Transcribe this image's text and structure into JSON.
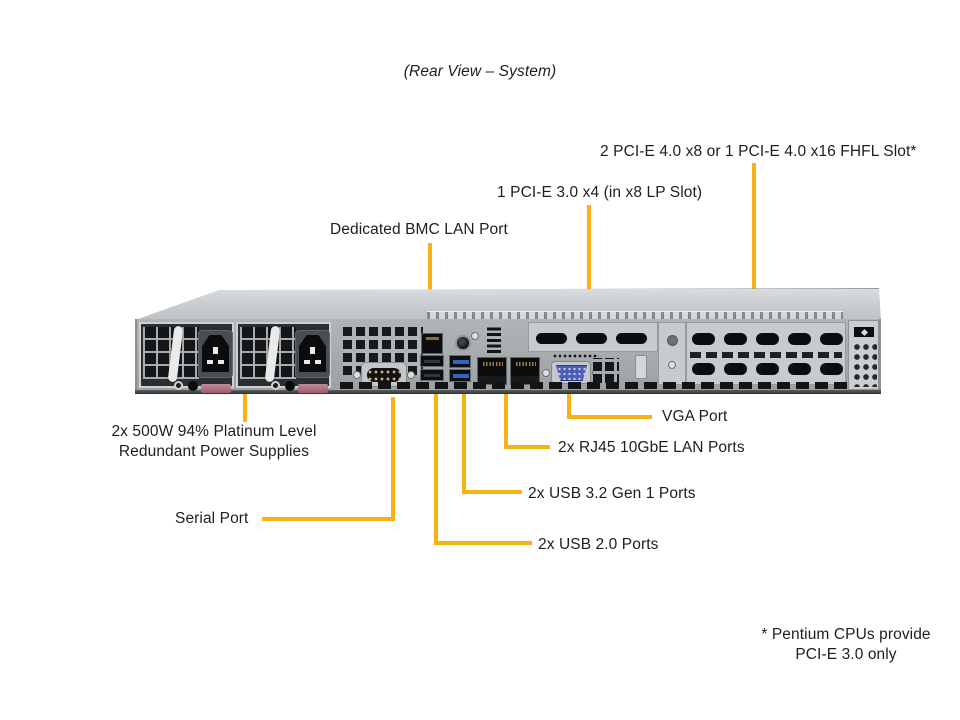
{
  "title": "(Rear View – System)",
  "labels": {
    "fhfl_slots": "2 PCI-E 4.0 x8 or 1 PCI-E 4.0 x16 FHFL Slot*",
    "lp_slot": "1 PCI-E 3.0 x4 (in x8 LP Slot)",
    "bmc_lan_port": "Dedicated BMC LAN Port",
    "power_supplies_line1": "2x 500W 94% Platinum Level",
    "power_supplies_line2": "Redundant Power Supplies",
    "vga_port": "VGA Port",
    "lan_ports": "2x RJ45 10GbE LAN Ports",
    "usb3_ports": "2x USB 3.2 Gen 1 Ports",
    "usb2_ports": "2x USB 2.0 Ports",
    "serial_port": "Serial Port"
  },
  "footnote": {
    "line1": "* Pentium CPUs provide",
    "line2": "PCI-E 3.0 only"
  },
  "colors": {
    "callout_line": "#F9B215",
    "chassis_lid": "#C9CCCE",
    "chassis_face": "#A7ABAE",
    "usb3_connector": "#2A66C8",
    "vga_connector": "#4A5FB5"
  }
}
